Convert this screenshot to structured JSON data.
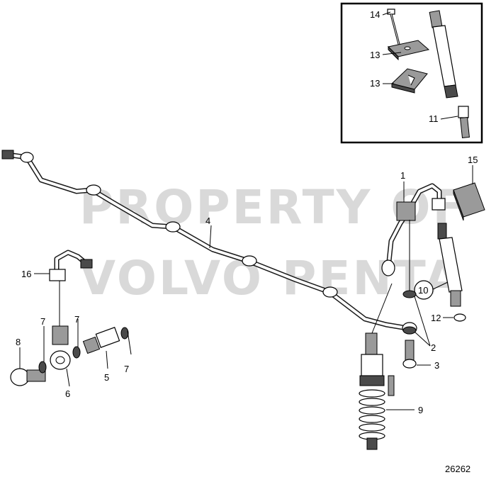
{
  "watermark": {
    "line1": "PROPERTY OF",
    "line2": "VOLVO PENTA"
  },
  "figure_number": "26262",
  "callouts": {
    "c1": "1",
    "c2": "2",
    "c3": "3",
    "c4": "4",
    "c5": "5",
    "c6": "6",
    "c7a": "7",
    "c7b": "7",
    "c7c": "7",
    "c8": "8",
    "c9": "9",
    "c10": "10",
    "c11": "11",
    "c12": "12",
    "c13a": "13",
    "c13b": "13",
    "c14": "14",
    "c15": "15",
    "c16": "16"
  }
}
